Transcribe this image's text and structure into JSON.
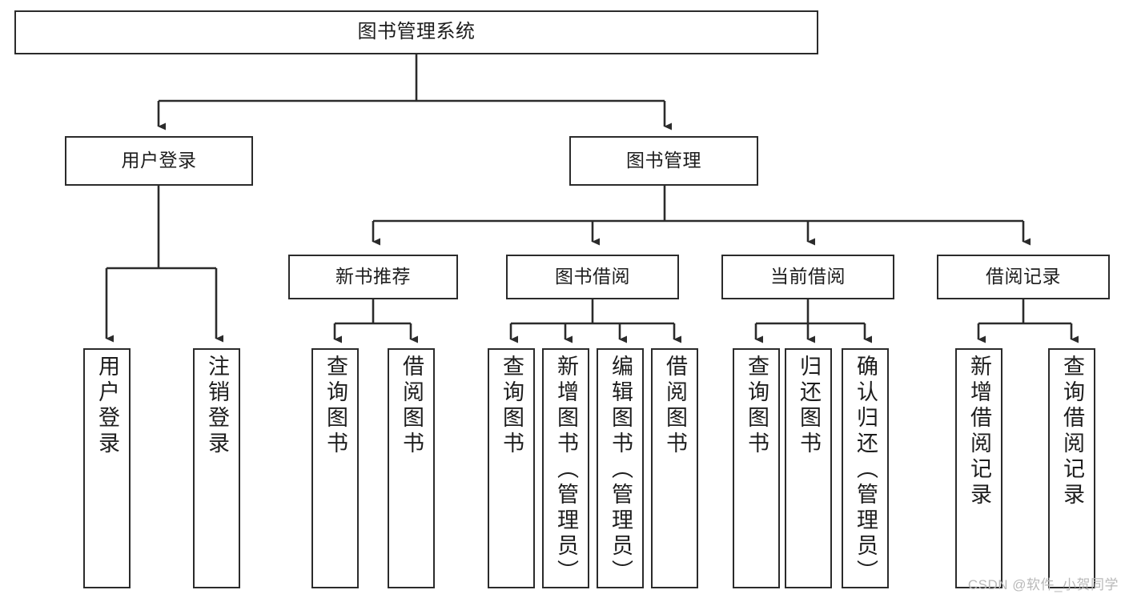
{
  "diagram": {
    "title": "图书管理系统",
    "root": {
      "label": "图书管理系统"
    },
    "level1": [
      {
        "label": "用户登录"
      },
      {
        "label": "图书管理"
      }
    ],
    "level2": [
      {
        "label": "新书推荐"
      },
      {
        "label": "图书借阅"
      },
      {
        "label": "当前借阅"
      },
      {
        "label": "借阅记录"
      }
    ],
    "leaves": {
      "user_login": [
        {
          "label": "用户登录"
        },
        {
          "label": "注销登录"
        }
      ],
      "new_book_recommend": [
        {
          "label": "查询图书"
        },
        {
          "label": "借阅图书"
        }
      ],
      "book_borrow": [
        {
          "label": "查询图书"
        },
        {
          "label": "新增图书（管理员）"
        },
        {
          "label": "编辑图书（管理员）"
        },
        {
          "label": "借阅图书"
        }
      ],
      "current_borrow": [
        {
          "label": "查询图书"
        },
        {
          "label": "归还图书"
        },
        {
          "label": "确认归还（管理员）"
        }
      ],
      "borrow_record": [
        {
          "label": "新增借阅记录"
        },
        {
          "label": "查询借阅记录"
        }
      ]
    }
  },
  "watermark": {
    "text": "CSDN @软件_小贺同学"
  },
  "colors": {
    "stroke": "#2b2b2b",
    "background": "#ffffff",
    "text": "#1d1d1d",
    "watermark": "#b9b9b9"
  }
}
